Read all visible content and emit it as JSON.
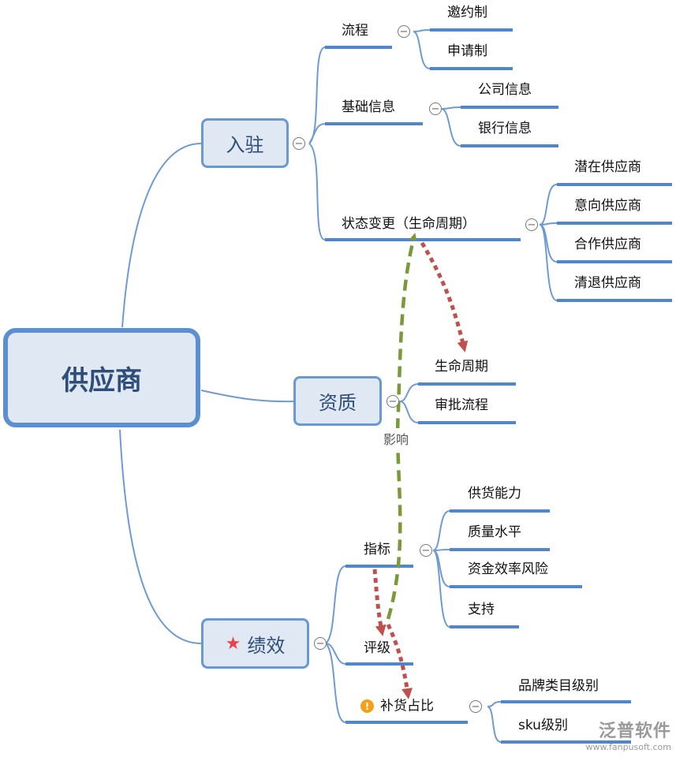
{
  "root": "供应商",
  "branches": {
    "onboarding": {
      "label": "入驻",
      "process": {
        "label": "流程",
        "children": [
          "邀约制",
          "申请制"
        ]
      },
      "basic_info": {
        "label": "基础信息",
        "children": [
          "公司信息",
          "银行信息"
        ]
      },
      "status_change": {
        "label": "状态变更（生命周期）",
        "children": [
          "潜在供应商",
          "意向供应商",
          "合作供应商",
          "清退供应商"
        ]
      }
    },
    "qualification": {
      "label": "资质",
      "children": [
        "生命周期",
        "审批流程"
      ]
    },
    "performance": {
      "label": "绩效",
      "icon": "star-icon",
      "indicator": {
        "label": "指标",
        "children": [
          "供货能力",
          "质量水平",
          "资金效率风险",
          "支持"
        ]
      },
      "rating": {
        "label": "评级"
      },
      "restock": {
        "label": "补货占比",
        "icon": "warning-icon",
        "children": [
          "品牌类目级别",
          "sku级别"
        ]
      }
    }
  },
  "relationship_label": "影响",
  "toggle_symbol": "−",
  "watermark": {
    "brand": "泛普软件",
    "url": "www.fanpusoft.com"
  },
  "colors": {
    "link": "#6e9bd2",
    "underline": "#4f86cc",
    "node_fill": "#dfe8f3",
    "relation_green": "#7a9a3a",
    "relation_red": "#c0504d"
  }
}
